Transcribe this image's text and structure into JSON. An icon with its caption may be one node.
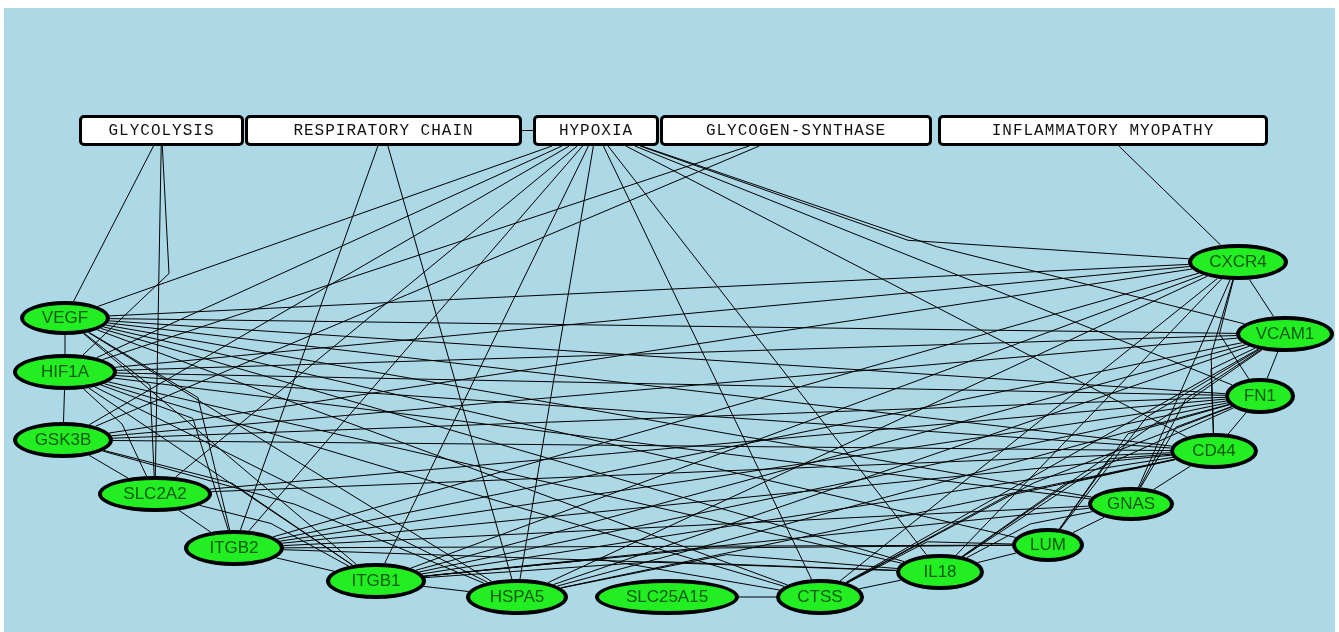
{
  "diagram": {
    "nodes": [
      {
        "text": [
          "GLYCOLYSIS"
        ]
      },
      {
        "text": [
          "RESPIRATORY CHAIN"
        ]
      },
      {
        "text": [
          "HYPOXIA"
        ]
      },
      {
        "text": [
          "GLYCOGEN-SYNTHASE"
        ]
      },
      {
        "text": [
          "INFLAMMATORY MYOPATHY"
        ]
      },
      {
        "text": [
          "VEGF"
        ]
      },
      {
        "text": [
          "HIF1A"
        ]
      },
      {
        "text": [
          "GSK3B"
        ]
      },
      {
        "text": [
          "SLC2A2"
        ]
      },
      {
        "text": [
          "ITGB2"
        ]
      },
      {
        "text": [
          "ITGB1"
        ]
      },
      {
        "text": [
          "HSPA5"
        ]
      },
      {
        "text": [
          "SLC25A15"
        ]
      },
      {
        "text": [
          "CTSS"
        ]
      },
      {
        "text": [
          "IL18"
        ]
      },
      {
        "text": [
          "LUM"
        ]
      },
      {
        "text": [
          "GNAS"
        ]
      },
      {
        "text": [
          "CD44"
        ]
      },
      {
        "text": [
          "FN1"
        ]
      },
      {
        "text": [
          "VCAM1"
        ]
      },
      {
        "text": [
          "CXCR4"
        ]
      }
    ],
    "edges": [
      {
        "from": 0,
        "to": 5,
        "arrow": "none"
      },
      {
        "from": 0,
        "to": 6,
        "arrow": "none"
      },
      {
        "from": 0,
        "to": 8,
        "arrow": "none"
      },
      {
        "from": 1,
        "to": 2,
        "arrow": "none"
      },
      {
        "from": 1,
        "to": 11,
        "arrow": "none"
      },
      {
        "from": 1,
        "to": 9,
        "arrow": "none"
      },
      {
        "from": 2,
        "to": 5,
        "arrow": "none"
      },
      {
        "from": 2,
        "to": 6,
        "arrow": "none"
      },
      {
        "from": 2,
        "to": 7,
        "arrow": "none"
      },
      {
        "from": 2,
        "to": 8,
        "arrow": "none"
      },
      {
        "from": 2,
        "to": 9,
        "arrow": "none"
      },
      {
        "from": 2,
        "to": 10,
        "arrow": "none"
      },
      {
        "from": 2,
        "to": 11,
        "arrow": "none"
      },
      {
        "from": 2,
        "to": 13,
        "arrow": "none"
      },
      {
        "from": 2,
        "to": 14,
        "arrow": "none"
      },
      {
        "from": 2,
        "to": 17,
        "arrow": "none"
      },
      {
        "from": 2,
        "to": 18,
        "arrow": "none"
      },
      {
        "from": 2,
        "to": 19,
        "arrow": "none"
      },
      {
        "from": 2,
        "to": 20,
        "arrow": "none"
      },
      {
        "from": 3,
        "to": 7,
        "arrow": "none"
      },
      {
        "from": 3,
        "to": 6,
        "arrow": "none"
      },
      {
        "from": 4,
        "to": 20,
        "arrow": "none"
      },
      {
        "from": 5,
        "to": 6,
        "arrow": "none"
      },
      {
        "from": 5,
        "to": 20,
        "arrow": "none"
      },
      {
        "from": 5,
        "to": 19,
        "arrow": "none"
      },
      {
        "from": 5,
        "to": 18,
        "arrow": "none"
      },
      {
        "from": 5,
        "to": 17,
        "arrow": "none"
      },
      {
        "from": 5,
        "to": 16,
        "arrow": "none"
      },
      {
        "from": 5,
        "to": 15,
        "arrow": "none"
      },
      {
        "from": 5,
        "to": 14,
        "arrow": "none"
      },
      {
        "from": 5,
        "to": 13,
        "arrow": "none"
      },
      {
        "from": 5,
        "to": 11,
        "arrow": "none"
      },
      {
        "from": 5,
        "to": 10,
        "arrow": "none"
      },
      {
        "from": 5,
        "to": 9,
        "arrow": "none"
      },
      {
        "from": 5,
        "to": 8,
        "arrow": "none"
      },
      {
        "from": 6,
        "to": 7,
        "arrow": "none"
      },
      {
        "from": 6,
        "to": 20,
        "arrow": "none"
      },
      {
        "from": 6,
        "to": 19,
        "arrow": "none"
      },
      {
        "from": 6,
        "to": 18,
        "arrow": "none"
      },
      {
        "from": 6,
        "to": 17,
        "arrow": "none"
      },
      {
        "from": 6,
        "to": 16,
        "arrow": "none"
      },
      {
        "from": 6,
        "to": 14,
        "arrow": "none"
      },
      {
        "from": 6,
        "to": 13,
        "arrow": "none"
      },
      {
        "from": 6,
        "to": 11,
        "arrow": "none"
      },
      {
        "from": 6,
        "to": 10,
        "arrow": "none"
      },
      {
        "from": 6,
        "to": 9,
        "arrow": "none"
      },
      {
        "from": 6,
        "to": 8,
        "arrow": "none"
      },
      {
        "from": 7,
        "to": 20,
        "arrow": "none"
      },
      {
        "from": 7,
        "to": 19,
        "arrow": "none"
      },
      {
        "from": 7,
        "to": 18,
        "arrow": "none"
      },
      {
        "from": 7,
        "to": 17,
        "arrow": "none"
      },
      {
        "from": 7,
        "to": 11,
        "arrow": "none"
      },
      {
        "from": 7,
        "to": 10,
        "arrow": "none"
      },
      {
        "from": 7,
        "to": 8,
        "arrow": "none"
      },
      {
        "from": 8,
        "to": 9,
        "arrow": "none"
      },
      {
        "from": 8,
        "to": 10,
        "arrow": "none"
      },
      {
        "from": 8,
        "to": 18,
        "arrow": "none"
      },
      {
        "from": 8,
        "to": 17,
        "arrow": "none"
      },
      {
        "from": 9,
        "to": 10,
        "arrow": "none"
      },
      {
        "from": 9,
        "to": 20,
        "arrow": "none"
      },
      {
        "from": 9,
        "to": 19,
        "arrow": "none"
      },
      {
        "from": 9,
        "to": 18,
        "arrow": "none"
      },
      {
        "from": 9,
        "to": 17,
        "arrow": "none"
      },
      {
        "from": 9,
        "to": 16,
        "arrow": "none"
      },
      {
        "from": 9,
        "to": 15,
        "arrow": "none"
      },
      {
        "from": 9,
        "to": 14,
        "arrow": "none"
      },
      {
        "from": 10,
        "to": 11,
        "arrow": "none"
      },
      {
        "from": 10,
        "to": 13,
        "arrow": "none"
      },
      {
        "from": 10,
        "to": 20,
        "arrow": "none"
      },
      {
        "from": 10,
        "to": 19,
        "arrow": "none"
      },
      {
        "from": 10,
        "to": 18,
        "arrow": "none"
      },
      {
        "from": 10,
        "to": 17,
        "arrow": "none"
      },
      {
        "from": 10,
        "to": 16,
        "arrow": "none"
      },
      {
        "from": 10,
        "to": 15,
        "arrow": "none"
      },
      {
        "from": 10,
        "to": 14,
        "arrow": "none"
      },
      {
        "from": 11,
        "to": 20,
        "arrow": "none"
      },
      {
        "from": 11,
        "to": 19,
        "arrow": "none"
      },
      {
        "from": 11,
        "to": 18,
        "arrow": "none"
      },
      {
        "from": 11,
        "to": 17,
        "arrow": "none"
      },
      {
        "from": 11,
        "to": 14,
        "arrow": "none"
      },
      {
        "from": 12,
        "to": 13,
        "arrow": "none"
      },
      {
        "from": 13,
        "to": 20,
        "arrow": "none"
      },
      {
        "from": 13,
        "to": 19,
        "arrow": "none"
      },
      {
        "from": 13,
        "to": 18,
        "arrow": "none"
      },
      {
        "from": 13,
        "to": 17,
        "arrow": "none"
      },
      {
        "from": 13,
        "to": 14,
        "arrow": "none"
      },
      {
        "from": 13,
        "to": 15,
        "arrow": "none"
      },
      {
        "from": 14,
        "to": 20,
        "arrow": "none"
      },
      {
        "from": 14,
        "to": 19,
        "arrow": "none"
      },
      {
        "from": 14,
        "to": 18,
        "arrow": "none"
      },
      {
        "from": 14,
        "to": 17,
        "arrow": "none"
      },
      {
        "from": 14,
        "to": 16,
        "arrow": "none"
      },
      {
        "from": 14,
        "to": 15,
        "arrow": "none"
      },
      {
        "from": 15,
        "to": 18,
        "arrow": "none"
      },
      {
        "from": 15,
        "to": 17,
        "arrow": "none"
      },
      {
        "from": 15,
        "to": 19,
        "arrow": "none"
      },
      {
        "from": 15,
        "to": 16,
        "arrow": "none"
      },
      {
        "from": 16,
        "to": 17,
        "arrow": "none"
      },
      {
        "from": 16,
        "to": 18,
        "arrow": "none"
      },
      {
        "from": 16,
        "to": 19,
        "arrow": "none"
      },
      {
        "from": 16,
        "to": 20,
        "arrow": "none"
      },
      {
        "from": 17,
        "to": 18,
        "arrow": "none"
      },
      {
        "from": 17,
        "to": 19,
        "arrow": "none"
      },
      {
        "from": 17,
        "to": 20,
        "arrow": "none"
      },
      {
        "from": 18,
        "to": 19,
        "arrow": "none"
      },
      {
        "from": 18,
        "to": 20,
        "arrow": "none"
      },
      {
        "from": 19,
        "to": 20,
        "arrow": "none"
      }
    ]
  }
}
